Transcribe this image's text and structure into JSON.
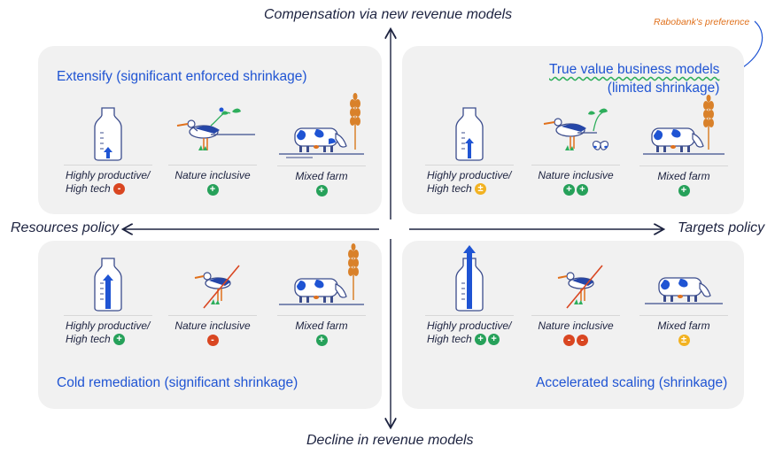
{
  "axes": {
    "top": "Compensation via new revenue models",
    "bottom": "Decline in revenue models",
    "left": "Resources policy",
    "right": "Targets policy"
  },
  "annotation": {
    "text": "Rabobank's preference",
    "color": "#e0701b"
  },
  "colors": {
    "plus": "#26a15a",
    "minus": "#d94621",
    "plusminus": "#f2b221",
    "accent": "#1f54d3",
    "wheat": "#d9812a"
  },
  "quadrants": {
    "top_left": {
      "title": "Extensify (significant enforced shrinkage)",
      "items": [
        {
          "label": "Highly productive/ High tech",
          "line1": "Highly productive/",
          "line2": "High tech",
          "icon": "milk-bottle-icon",
          "badges": [
            "-"
          ]
        },
        {
          "label": "Nature inclusive",
          "icon": "stork-icon",
          "badges": [
            "+"
          ]
        },
        {
          "label": "Mixed farm",
          "icon": "cow-wheat-icon",
          "badges": [
            "+"
          ]
        }
      ]
    },
    "top_right": {
      "title_line1": "True value business models",
      "title_line2": "(limited shrinkage)",
      "items": [
        {
          "line1": "Highly productive/",
          "line2": "High tech",
          "icon": "milk-bottle-icon",
          "badges": [
            "±"
          ]
        },
        {
          "label": "Nature inclusive",
          "icon": "stork-butterfly-icon",
          "badges": [
            "+",
            "+"
          ]
        },
        {
          "label": "Mixed farm",
          "icon": "cow-wheat-icon",
          "badges": [
            "+"
          ]
        }
      ]
    },
    "bottom_left": {
      "title": "Cold remediation (significant shrinkage)",
      "items": [
        {
          "line1": "Highly productive/",
          "line2": "High tech",
          "icon": "milk-bottle-large-arrow-icon",
          "badges": [
            "+"
          ]
        },
        {
          "label": "Nature inclusive",
          "icon": "stork-crossed-icon",
          "badges": [
            "-"
          ]
        },
        {
          "label": "Mixed farm",
          "icon": "cow-wheat-icon",
          "badges": [
            "+"
          ]
        }
      ]
    },
    "bottom_right": {
      "title": "Accelerated scaling (shrinkage)",
      "items": [
        {
          "line1": "Highly productive/",
          "line2": "High tech",
          "icon": "milk-bottle-tall-arrow-icon",
          "badges": [
            "+",
            "+"
          ]
        },
        {
          "label": "Nature inclusive",
          "icon": "stork-crossed-icon",
          "badges": [
            "-",
            "-"
          ]
        },
        {
          "label": "Mixed farm",
          "icon": "cow-icon",
          "badges": [
            "±"
          ]
        }
      ]
    }
  }
}
